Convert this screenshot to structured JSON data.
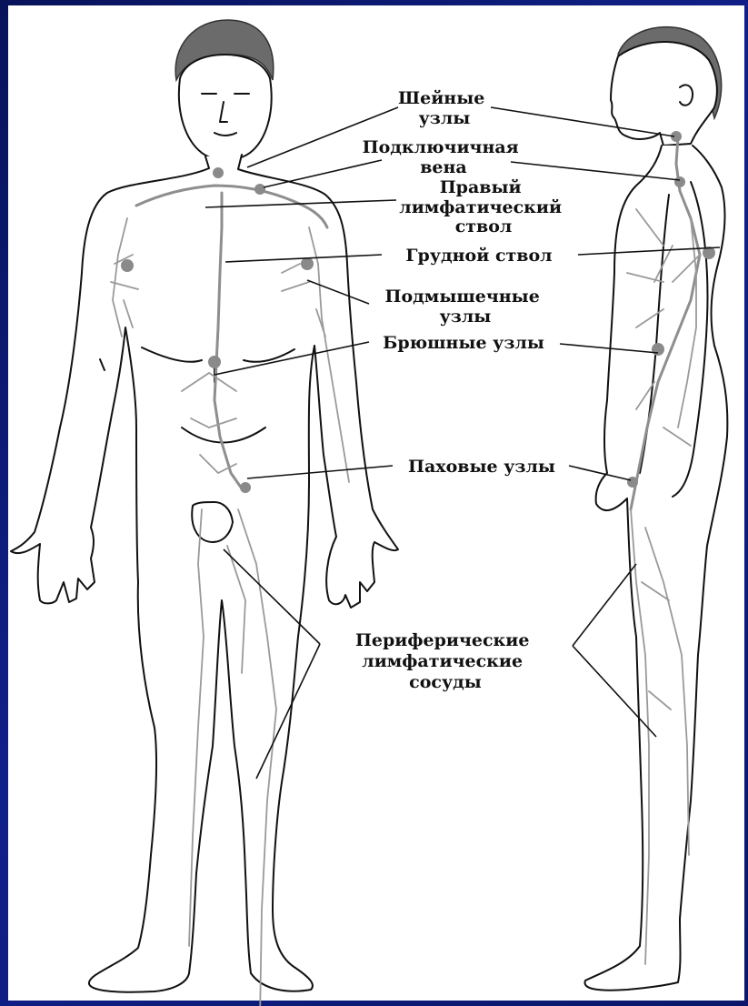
{
  "labels": {
    "cervical_nodes": [
      "Шейные",
      "узлы"
    ],
    "subclavian_vein": [
      "Подключичная",
      "вена"
    ],
    "right_lymphatic_trunk": [
      "Правый",
      "лимфатический",
      "ствол"
    ],
    "thoracic_duct": [
      "Грудной ствол"
    ],
    "axillary_nodes": [
      "Подмышечные",
      "узлы"
    ],
    "abdominal_nodes": [
      "Брюшные узлы"
    ],
    "inguinal_nodes": [
      "Паховые узлы"
    ],
    "peripheral_vessels": [
      "Периферические",
      "лимфатические",
      "сосуды"
    ]
  },
  "colors": {
    "background": "#0b1a6e",
    "panel": "#ffffff",
    "vessels": "#8e8e8e",
    "outline": "#111111"
  }
}
